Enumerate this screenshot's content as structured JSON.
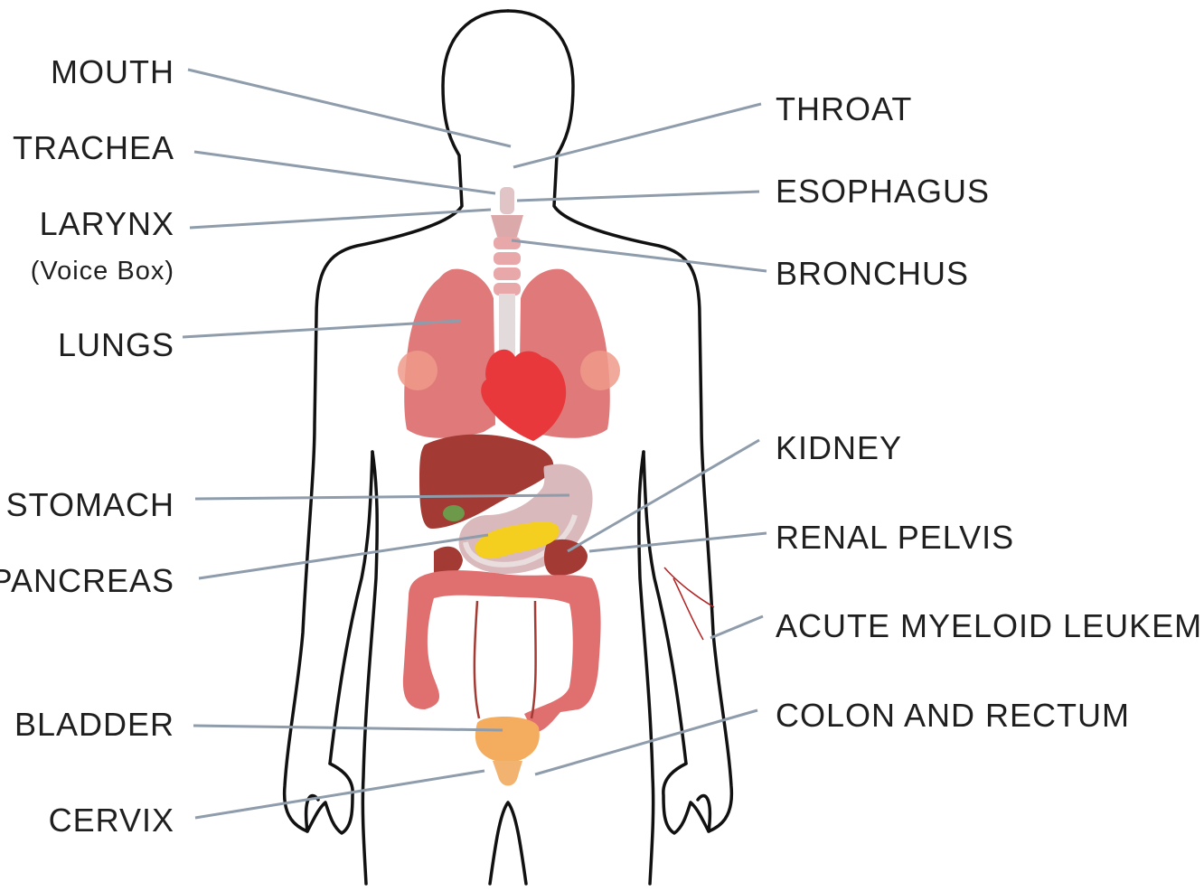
{
  "labels": {
    "mouth": "MOUTH",
    "trachea": "TRACHEA",
    "larynx": "LARYNX",
    "larynx_sub": "(Voice Box)",
    "lungs": "LUNGS",
    "stomach": "STOMACH",
    "pancreas": "PANCREAS",
    "bladder": "BLADDER",
    "cervix": "CERVIX",
    "throat": "THROAT",
    "esophagus": "ESOPHAGUS",
    "bronchus": "BRONCHUS",
    "kidney": "KIDNEY",
    "renal_pelvis": "RENAL PELVIS",
    "aml": "ACUTE MYELOID LEUKEMIA",
    "colon": "COLON AND RECTUM"
  },
  "colors": {
    "lungs": "#e07a7a",
    "heart": "#e8383b",
    "liver": "#a33a33",
    "stomach": "#d9b9bb",
    "pancreas": "#f5cf1f",
    "gallbladder": "#6c9a4a",
    "intestine": "#e06f70",
    "bladder": "#f4ad5f",
    "trachea": "#e0c4c6",
    "leader": "#8e9cab",
    "outline": "#111111"
  }
}
